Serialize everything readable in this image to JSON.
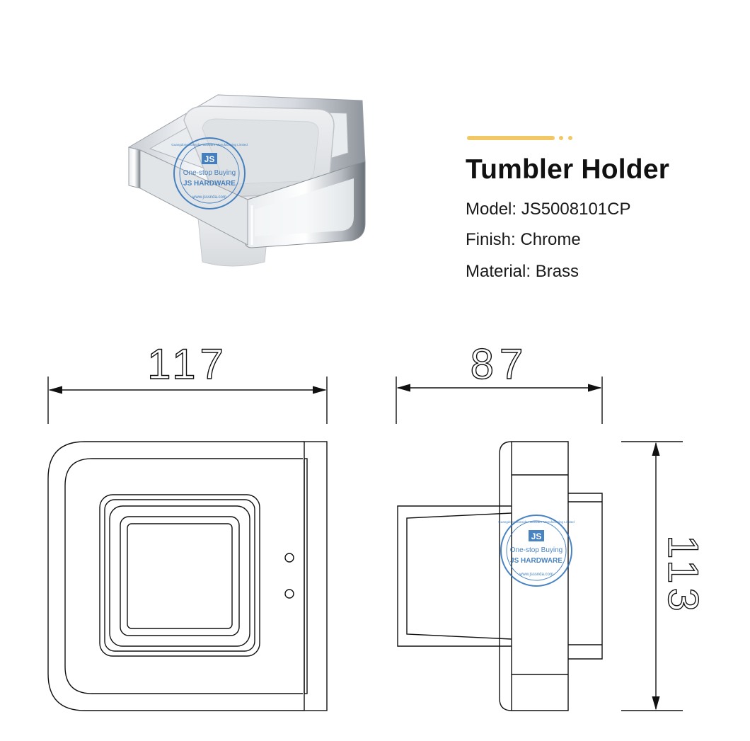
{
  "product": {
    "title": "Tumbler Holder",
    "model": "Model: JS5008101CP",
    "finish": "Finish: Chrome",
    "material": "Material: Brass"
  },
  "watermark": {
    "company": "Guangdong Jiansida Hardware Manufacturing Limited",
    "tagline": "One-stop Buying",
    "logo": "JS",
    "brand": "JS HARDWARE",
    "website": "www.jsssnda.com"
  },
  "dimensions": {
    "width": "117",
    "depth": "87",
    "height": "113"
  },
  "colors": {
    "accent": "#F2C766",
    "line": "#111111",
    "watermark_blue": "#2a6fb8"
  }
}
